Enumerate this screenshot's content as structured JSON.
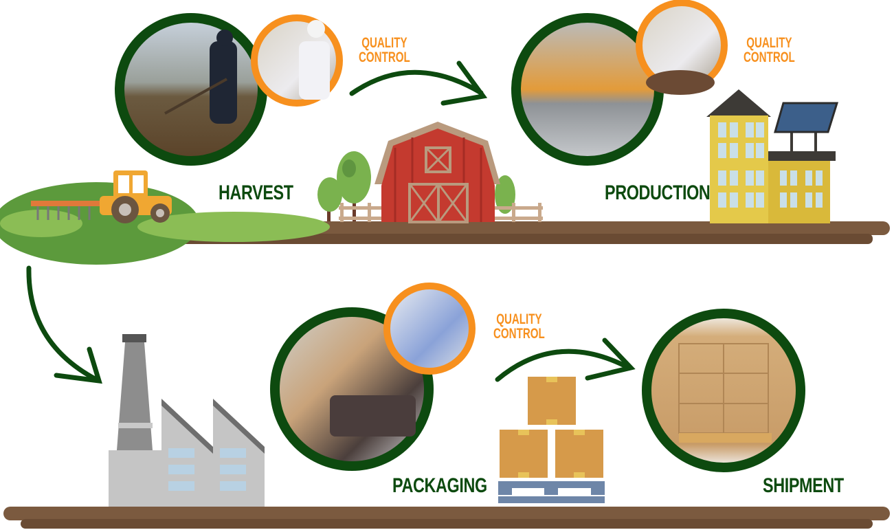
{
  "stages": [
    {
      "label": "HARVEST"
    },
    {
      "label": "PRODUCTION"
    },
    {
      "label": "PACKAGING"
    },
    {
      "label": "SHIPMENT"
    }
  ],
  "quality_control": [
    {
      "line1": "QUALITY",
      "line2": "CONTROL"
    },
    {
      "line1": "QUALITY",
      "line2": "CONTROL"
    },
    {
      "line1": "QUALITY",
      "line2": "CONTROL"
    }
  ],
  "colors": {
    "green": "#0d4a0f",
    "orange": "#f7901e",
    "ground": "#7b5a3f",
    "barn": "#c43a2f"
  }
}
